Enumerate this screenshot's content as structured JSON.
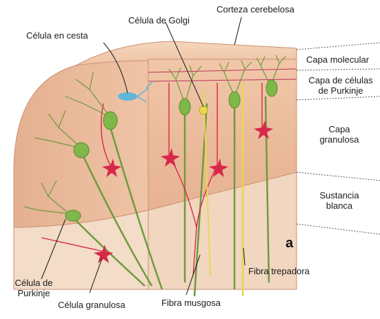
{
  "labels": {
    "corteza": "Corteza cerebelosa",
    "golgi": "Célula de Golgi",
    "cesta": "Célula en cesta",
    "capa_molecular": "Capa molecular",
    "capa_purkinje_1": "Capa de células",
    "capa_purkinje_2": "de Purkinje",
    "capa_granulosa_1": "Capa",
    "capa_granulosa_2": "granulosa",
    "sustancia_1": "Sustancia",
    "sustancia_2": "blanca",
    "purkinje_1": "Célula de",
    "purkinje_2": "Purkinje",
    "granulosa": "Célula granulosa",
    "musgosa": "Fibra musgosa",
    "trepadora": "Fibra trepadora",
    "figure_letter": "a"
  },
  "colors": {
    "tissue_light": "#f3cdb0",
    "tissue_mid": "#e8b596",
    "tissue_dark": "#d99e7e",
    "white_matter": "#efd2ba",
    "purkinje_green": "#7fb84a",
    "dendrite_green": "#6e9a3c",
    "granule_red": "#d8284a",
    "climbing_yellow": "#e8d84a",
    "basket_blue": "#5fb6d9"
  }
}
